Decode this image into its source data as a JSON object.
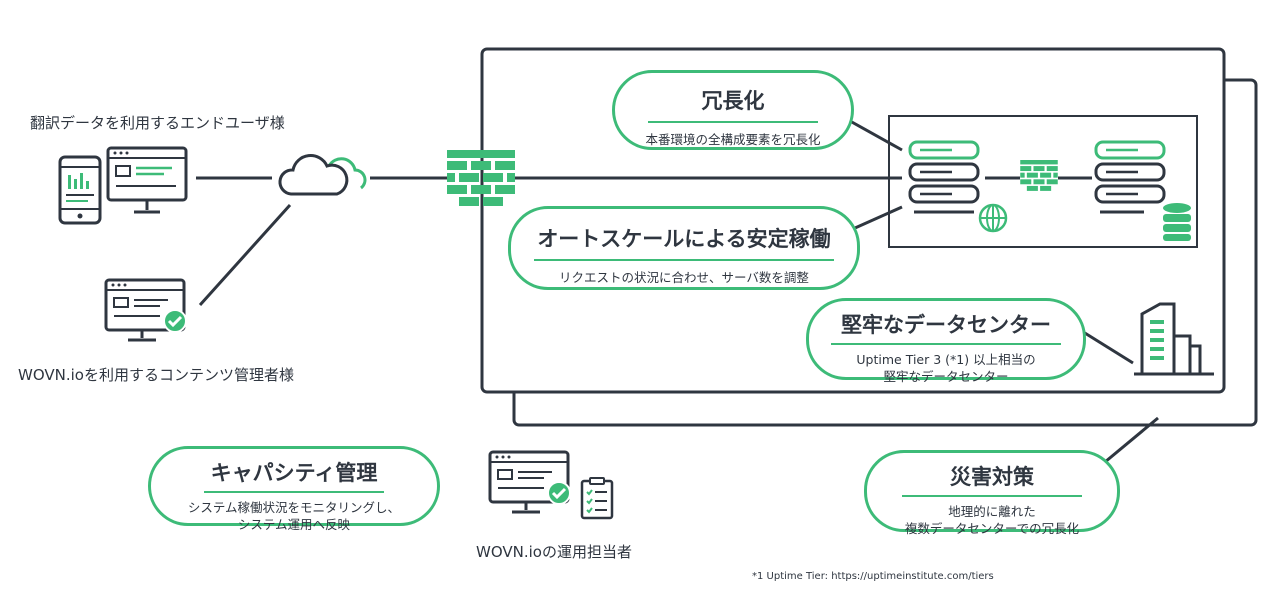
{
  "users": {
    "end_user_label": "翻訳データを利用するエンドユーザ様",
    "content_admin_label": "WOVN.ioを利用するコンテンツ管理者様",
    "ops_label": "WOVN.ioの運用担当者"
  },
  "features": {
    "redundancy": {
      "title": "冗長化",
      "desc": "本番環境の全構成要素を冗長化"
    },
    "autoscale": {
      "title": "オートスケールによる安定稼働",
      "desc": "リクエストの状況に合わせ、サーバ数を調整"
    },
    "datacenter": {
      "title": "堅牢なデータセンター",
      "desc_line1": "Uptime Tier 3 (*1) 以上相当の",
      "desc_line2": "堅牢なデータセンター"
    },
    "capacity": {
      "title": "キャパシティ管理",
      "desc_line1": "システム稼働状況をモニタリングし、",
      "desc_line2": "システム運用へ反映"
    },
    "disaster": {
      "title": "災害対策",
      "desc_line1": "地理的に離れた",
      "desc_line2": "複数データセンターでの冗長化"
    }
  },
  "footnote": "*1 Uptime Tier:  https://uptimeinstitute.com/tiers",
  "colors": {
    "accent": "#3dbb78",
    "stroke": "#2f3640"
  },
  "icons": [
    "tablet-icon",
    "monitor-icon",
    "cloud-icon",
    "firewall-icon",
    "server-icon",
    "globe-icon",
    "database-icon",
    "building-icon",
    "monitor-check-icon",
    "checklist-icon"
  ]
}
